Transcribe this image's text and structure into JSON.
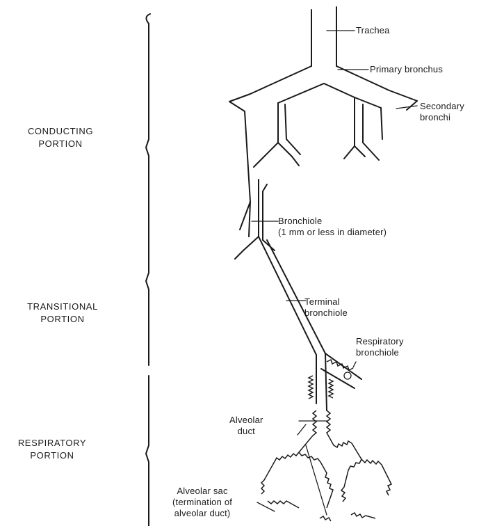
{
  "regions": {
    "conducting": [
      "CONDUCTING",
      "PORTION"
    ],
    "transitional": [
      "TRANSITIONAL",
      "PORTION"
    ],
    "respiratory": [
      "RESPIRATORY",
      "PORTION"
    ]
  },
  "labels": {
    "trachea": "Trachea",
    "primary_bronchus": "Primary bronchus",
    "secondary_bronchi": [
      "Secondary",
      "bronchi"
    ],
    "bronchiole": [
      "Bronchiole",
      "(1 mm or less in diameter)"
    ],
    "terminal_bronchiole": [
      "Terminal",
      "bronchiole"
    ],
    "respiratory_bronchiole": [
      "Respiratory",
      "bronchiole"
    ],
    "alveolar_duct": [
      "Alveolar",
      "duct"
    ],
    "alveolar_sac": [
      "Alveolar sac",
      "(termination of",
      "alveolar duct)"
    ]
  }
}
